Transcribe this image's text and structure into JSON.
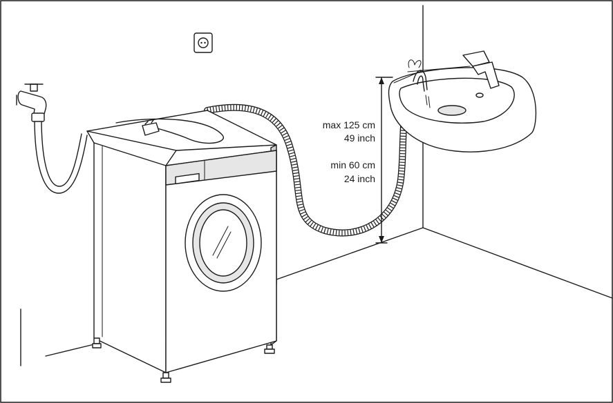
{
  "labels": {
    "max_cm": "max 125 cm",
    "max_inch": "49 inch",
    "min_cm": "min 60 cm",
    "min_inch": "24 inch"
  },
  "icons": [
    "water-tap-icon",
    "wall-socket-icon",
    "power-plug-icon",
    "sink-faucet-icon"
  ],
  "colors": {
    "line": "#1a1a1a",
    "panel": "#e6e6e6",
    "shade": "#cfcfcf",
    "background": "#ffffff"
  }
}
